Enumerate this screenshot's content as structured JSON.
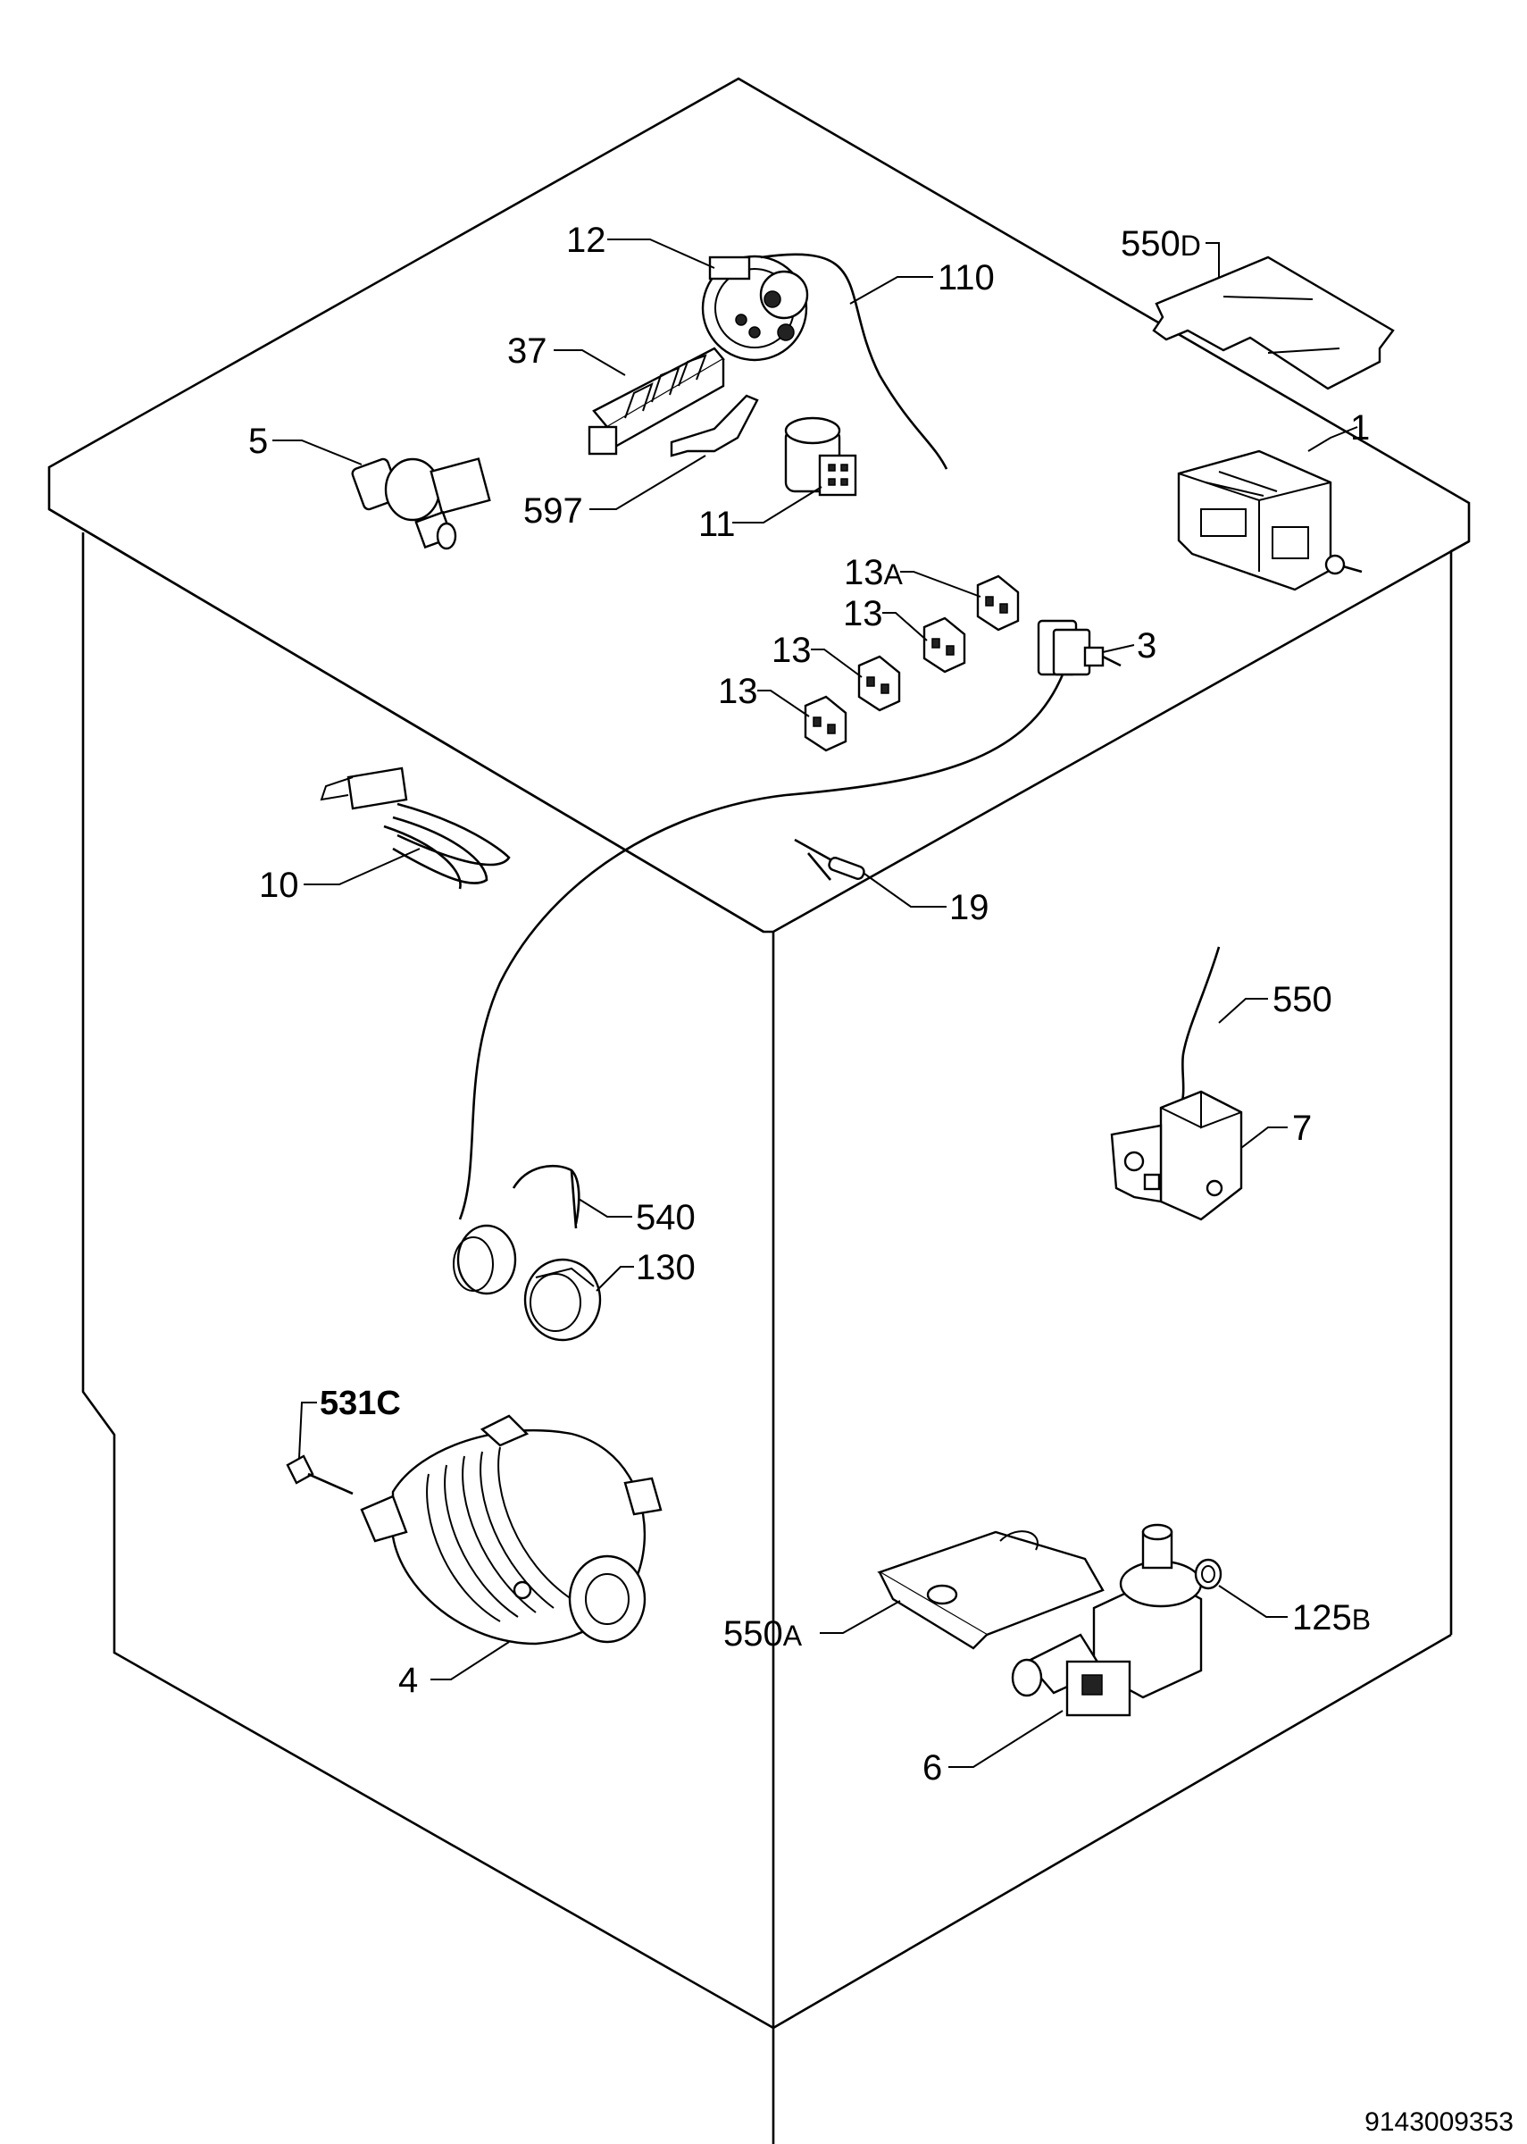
{
  "diagram": {
    "document_number": "9143009353",
    "callouts": [
      {
        "id": "12",
        "text": "12",
        "sub": ""
      },
      {
        "id": "110",
        "text": "110",
        "sub": ""
      },
      {
        "id": "550d",
        "text": "550",
        "sub": "D"
      },
      {
        "id": "37",
        "text": "37",
        "sub": ""
      },
      {
        "id": "5",
        "text": "5",
        "sub": ""
      },
      {
        "id": "1",
        "text": "1",
        "sub": ""
      },
      {
        "id": "597",
        "text": "597",
        "sub": ""
      },
      {
        "id": "11",
        "text": "11",
        "sub": ""
      },
      {
        "id": "13a",
        "text": "13",
        "sub": "A"
      },
      {
        "id": "13-1",
        "text": "13",
        "sub": ""
      },
      {
        "id": "13-2",
        "text": "13",
        "sub": ""
      },
      {
        "id": "13-3",
        "text": "13",
        "sub": ""
      },
      {
        "id": "3",
        "text": "3",
        "sub": ""
      },
      {
        "id": "10",
        "text": "10",
        "sub": ""
      },
      {
        "id": "19",
        "text": "19",
        "sub": ""
      },
      {
        "id": "550",
        "text": "550",
        "sub": ""
      },
      {
        "id": "7",
        "text": "7",
        "sub": ""
      },
      {
        "id": "540",
        "text": "540",
        "sub": ""
      },
      {
        "id": "130",
        "text": "130",
        "sub": ""
      },
      {
        "id": "531c",
        "text": "531C",
        "sub": ""
      },
      {
        "id": "550a",
        "text": "550",
        "sub": "A"
      },
      {
        "id": "125b",
        "text": "125",
        "sub": "B"
      },
      {
        "id": "4",
        "text": "4",
        "sub": ""
      },
      {
        "id": "6",
        "text": "6",
        "sub": ""
      }
    ]
  }
}
